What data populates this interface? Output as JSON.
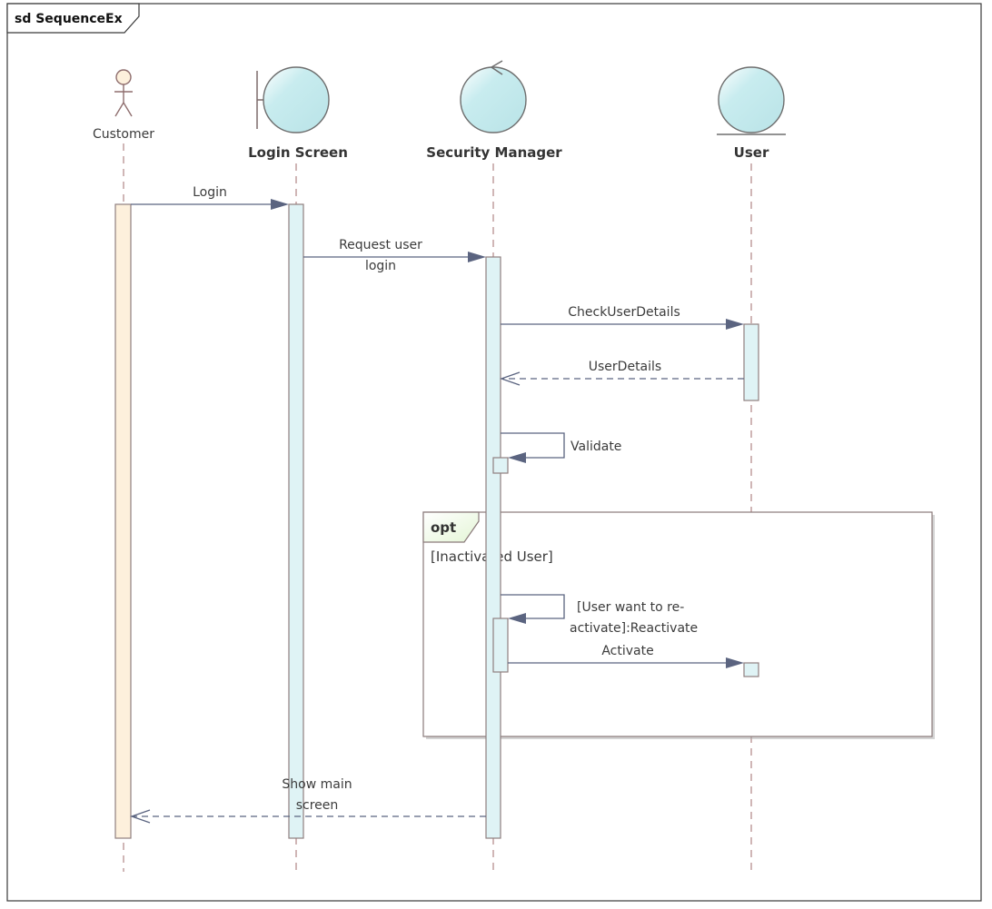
{
  "diagram": {
    "frame_title": "sd SequenceEx",
    "colors": {
      "frame_border": "#3a3a3a",
      "lifeline": "#b08585",
      "activation_fill": "#dff3f5",
      "activation_border": "#8f7f7f",
      "actor_activation_fill": "#fdf0dc",
      "message_line": "#5b6480",
      "opt_fill_header": "#eef8e4"
    },
    "participants": [
      {
        "id": "customer",
        "label": "Customer",
        "kind": "actor"
      },
      {
        "id": "login_screen",
        "label": "Login Screen",
        "kind": "boundary"
      },
      {
        "id": "security_manager",
        "label": "Security Manager",
        "kind": "control"
      },
      {
        "id": "user",
        "label": "User",
        "kind": "entity"
      }
    ],
    "messages": [
      {
        "id": "m1",
        "label_lines": [
          "Login"
        ],
        "from": "customer",
        "to": "login_screen",
        "type": "sync"
      },
      {
        "id": "m2",
        "label_lines": [
          "Request user",
          "login"
        ],
        "from": "login_screen",
        "to": "security_manager",
        "type": "sync"
      },
      {
        "id": "m3",
        "label_lines": [
          "CheckUserDetails"
        ],
        "from": "security_manager",
        "to": "user",
        "type": "sync"
      },
      {
        "id": "m4",
        "label_lines": [
          "UserDetails"
        ],
        "from": "user",
        "to": "security_manager",
        "type": "return"
      },
      {
        "id": "m5",
        "label_lines": [
          "Validate"
        ],
        "from": "security_manager",
        "to": "security_manager",
        "type": "self"
      },
      {
        "id": "m6",
        "label_lines": [
          "[User want to re-",
          "activate]:Reactivate"
        ],
        "from": "security_manager",
        "to": "security_manager",
        "type": "self"
      },
      {
        "id": "m7",
        "label_lines": [
          "Activate"
        ],
        "from": "security_manager",
        "to": "user",
        "type": "sync"
      },
      {
        "id": "m8",
        "label_lines": [
          "Show main",
          "screen"
        ],
        "from": "security_manager",
        "to": "customer",
        "type": "return"
      }
    ],
    "fragment": {
      "operator": "opt",
      "guard": "[Inactivated User]"
    }
  }
}
